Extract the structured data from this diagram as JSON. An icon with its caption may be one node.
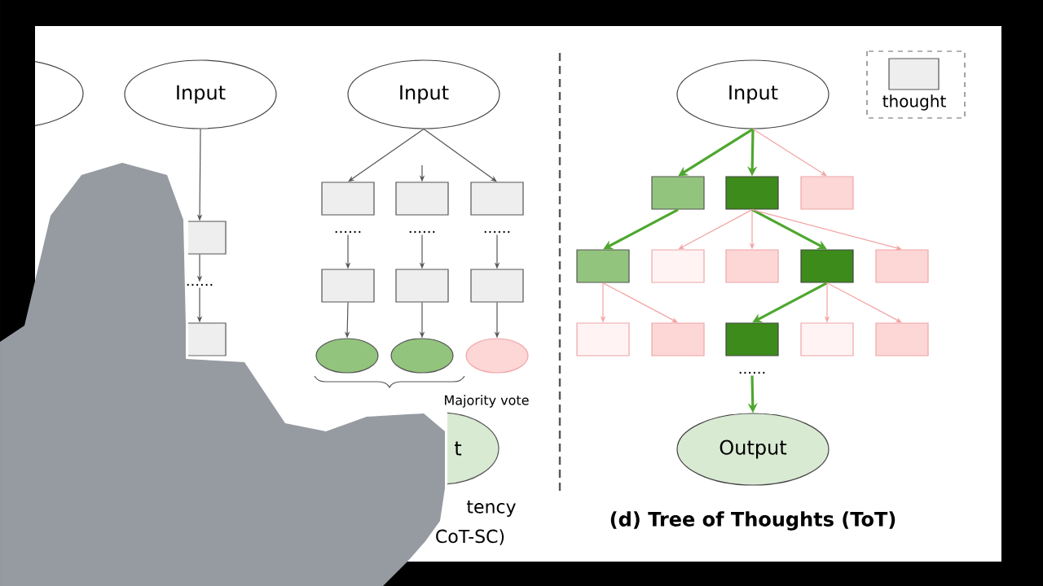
{
  "diagram": {
    "nodes": [
      {
        "text": [],
        "shape": "ellipse"
      },
      {
        "text": [
          "Input"
        ]
      },
      {
        "text": [],
        "shape": "box"
      },
      {
        "text": [
          "......"
        ]
      },
      {
        "text": [],
        "shape": "box"
      },
      {
        "text": [
          "Input"
        ]
      },
      {
        "text": [],
        "shape": "box"
      },
      {
        "text": [],
        "shape": "box"
      },
      {
        "text": [],
        "shape": "box"
      },
      {
        "text": [
          "......"
        ]
      },
      {
        "text": [
          "......"
        ]
      },
      {
        "text": [
          "......"
        ]
      },
      {
        "text": [],
        "shape": "box"
      },
      {
        "text": [],
        "shape": "box"
      },
      {
        "text": [],
        "shape": "box"
      },
      {
        "text": [],
        "shape": "ellipse"
      },
      {
        "text": [],
        "shape": "ellipse"
      },
      {
        "text": [],
        "shape": "ellipse"
      },
      {
        "text": [
          "t"
        ]
      },
      {
        "text": [
          "Input"
        ]
      },
      {
        "text": [],
        "shape": "box"
      },
      {
        "text": [],
        "shape": "box"
      },
      {
        "text": [],
        "shape": "box"
      },
      {
        "text": [],
        "shape": "box"
      },
      {
        "text": [],
        "shape": "box"
      },
      {
        "text": [],
        "shape": "box"
      },
      {
        "text": [],
        "shape": "box"
      },
      {
        "text": [],
        "shape": "box"
      },
      {
        "text": [],
        "shape": "box"
      },
      {
        "text": [],
        "shape": "box"
      },
      {
        "text": [],
        "shape": "box"
      },
      {
        "text": [],
        "shape": "box"
      },
      {
        "text": [],
        "shape": "box"
      },
      {
        "text": [
          "......"
        ]
      },
      {
        "text": [
          "Output"
        ]
      }
    ],
    "edges": [
      {
        "from": 1,
        "to": 2,
        "arrow": "to"
      },
      {
        "from": 2,
        "to": 3,
        "arrow": "to"
      },
      {
        "from": 3,
        "to": 4,
        "arrow": "to"
      },
      {
        "from": 5,
        "to": 6,
        "arrow": "to"
      },
      {
        "from": null,
        "to": 7,
        "arrow": "to"
      },
      {
        "from": 5,
        "to": 8,
        "arrow": "to"
      },
      {
        "from": 9,
        "to": 12,
        "arrow": "to"
      },
      {
        "from": 10,
        "to": 13,
        "arrow": "to"
      },
      {
        "from": 11,
        "to": 14,
        "arrow": "to"
      },
      {
        "from": 12,
        "to": 15,
        "arrow": "to"
      },
      {
        "from": 13,
        "to": 16,
        "arrow": "to"
      },
      {
        "from": 14,
        "to": 17,
        "arrow": "to"
      },
      {
        "from": 19,
        "to": 20,
        "arrow": "to",
        "style": "thick",
        "color": "#4ea72e"
      },
      {
        "from": 19,
        "to": 21,
        "arrow": "to",
        "style": "thick",
        "color": "#4ea72e"
      },
      {
        "from": 19,
        "to": 22,
        "arrow": "to",
        "color": "#f2a3a3"
      },
      {
        "from": 20,
        "to": 23,
        "arrow": "to",
        "style": "thick",
        "color": "#4ea72e"
      },
      {
        "from": 21,
        "to": 24,
        "arrow": "to",
        "color": "#f2a3a3"
      },
      {
        "from": 21,
        "to": 25,
        "arrow": "to",
        "color": "#f2a3a3"
      },
      {
        "from": 21,
        "to": 26,
        "arrow": "to",
        "style": "thick",
        "color": "#4ea72e"
      },
      {
        "from": 21,
        "to": 27,
        "arrow": "to",
        "color": "#f2a3a3"
      },
      {
        "from": 23,
        "to": 28,
        "arrow": "to",
        "color": "#f2a3a3"
      },
      {
        "from": 23,
        "to": 29,
        "arrow": "to",
        "color": "#f2a3a3"
      },
      {
        "from": 26,
        "to": 30,
        "arrow": "to",
        "style": "thick",
        "color": "#4ea72e"
      },
      {
        "from": 26,
        "to": 31,
        "arrow": "to",
        "color": "#f2a3a3"
      },
      {
        "from": 26,
        "to": 32,
        "arrow": "to",
        "color": "#f2a3a3"
      },
      {
        "from": 33,
        "to": 34,
        "arrow": "to",
        "style": "thick",
        "color": "#4ea72e"
      }
    ],
    "labels": [
      "Majority vote",
      "tency",
      "CoT-SC)",
      "(d) Tree of Thoughts (ToT)"
    ],
    "legend": [
      {
        "text": "thought",
        "color": "#eeeeee"
      }
    ]
  }
}
